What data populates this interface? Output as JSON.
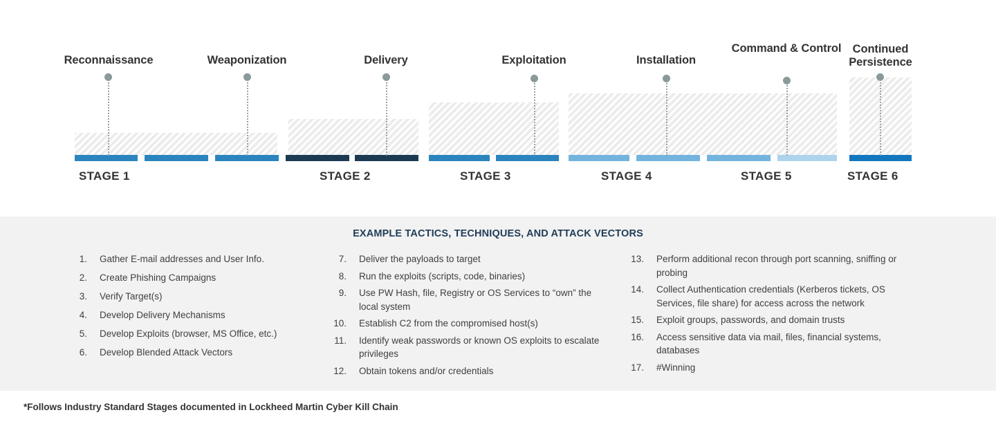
{
  "diagram": {
    "phases": [
      {
        "name": "Reconnaissance",
        "stage": "STAGE 1"
      },
      {
        "name": "Weaponization",
        "stage": "STAGE 1"
      },
      {
        "name": "Delivery",
        "stage": "STAGE 2"
      },
      {
        "name": "Exploitation",
        "stage": "STAGE 3"
      },
      {
        "name": "Installation",
        "stage": "STAGE 4"
      },
      {
        "name": "Command & Control",
        "stage": "STAGE 5"
      },
      {
        "name": "Continued Persistence",
        "stage": "STAGE 6"
      }
    ],
    "stages": [
      {
        "label": "STAGE 1"
      },
      {
        "label": "STAGE 2"
      },
      {
        "label": "STAGE 3"
      },
      {
        "label": "STAGE 4"
      },
      {
        "label": "STAGE 5"
      },
      {
        "label": "STAGE 6"
      }
    ],
    "colors": {
      "stage1_bar": "#2a85be",
      "stage2_bar": "#1d3a53",
      "stage3_bar": "#2a85be",
      "stage4_bar": "#72b4dd",
      "stage5_bar": "#72b4dd",
      "stage5_last_bar": "#aed3ec",
      "stage6_bar": "#1277bf",
      "marker_dot": "#8a9a9a",
      "hatch_fill": "#f2f2f2",
      "panel_background": "#f2f2f2",
      "title_text": "#1f3c57"
    }
  },
  "panel": {
    "title": "EXAMPLE TACTICS, TECHNIQUES, AND ATTACK VECTORS",
    "columns": [
      {
        "items": [
          {
            "num": "1.",
            "text": "Gather E-mail addresses and User Info."
          },
          {
            "num": "2.",
            "text": "Create Phishing Campaigns"
          },
          {
            "num": "3.",
            "text": "Verify Target(s)"
          },
          {
            "num": "4.",
            "text": "Develop Delivery Mechanisms"
          },
          {
            "num": "5.",
            "text": "Develop Exploits (browser, MS Office, etc.)"
          },
          {
            "num": "6.",
            "text": "Develop Blended Attack Vectors"
          }
        ]
      },
      {
        "items": [
          {
            "num": "7.",
            "text": "Deliver the payloads to target"
          },
          {
            "num": "8.",
            "text": "Run the exploits (scripts, code, binaries)"
          },
          {
            "num": "9.",
            "text": "Use PW Hash, file, Registry or OS Services to “own” the local system"
          },
          {
            "num": "10.",
            "text": "Establish C2 from the compromised host(s)"
          },
          {
            "num": "11.",
            "text": "Identify weak passwords or known OS exploits to escalate privileges"
          },
          {
            "num": "12.",
            "text": "Obtain tokens and/or credentials"
          }
        ]
      },
      {
        "items": [
          {
            "num": "13.",
            "text": "Perform additional recon through port scanning, sniffing or probing"
          },
          {
            "num": "14.",
            "text": "Collect Authentication credentials (Kerberos tickets, OS Services, file share) for access across the network"
          },
          {
            "num": "15.",
            "text": " Exploit groups, passwords, and domain trusts"
          },
          {
            "num": "16.",
            "text": "Access sensitive data via mail, files, financial systems, databases"
          },
          {
            "num": "17.",
            "text": "#Winning"
          }
        ]
      }
    ]
  },
  "footnote": "*Follows Industry Standard Stages documented in Lockheed Martin Cyber Kill Chain"
}
